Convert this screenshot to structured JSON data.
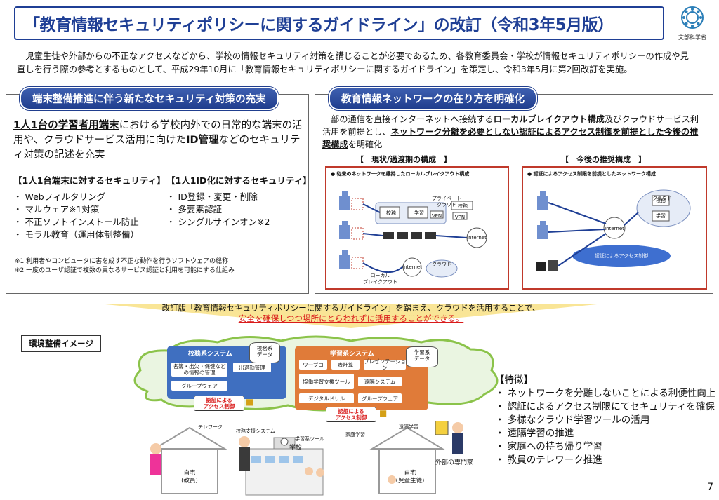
{
  "title": "「教育情報セキュリティポリシーに関するガイドライン」の改訂（令和3年5月版）",
  "logo_text": "文部科学省",
  "intro": "児童生徒や外部からの不正なアクセスなどから、学校の情報セキュリティ対策を講じることが必要であるため、各教育委員会・学校が情報セキュリティポリシーの作成や見直しを行う際の参考とするものとして、平成29年10月に「教育情報セキュリティポリシーに関するガイドライン」を策定し、令和3年5月に第2回改訂を実施。",
  "left_panel": {
    "title": "端末整備推進に伴う新たなセキュリティ対策の充実",
    "lead_1": "1人1台の学習者用端末",
    "lead_2": "における学校内外での日常的な端末の活用や、クラウドサービス活用に向けた",
    "lead_3": "ID管理",
    "lead_4": "などのセキュリティ対策の記述を充実",
    "sub1_title": "【1人1台端末に対するセキュリティ】",
    "sub1_items": [
      "・ Webフィルタリング",
      "・ マルウェア※1対策",
      "・ 不正ソフトインストール防止",
      "・ モラル教育（運用体制整備）"
    ],
    "sub2_title": "【1人1ID化に対するセキュリティ】",
    "sub2_items": [
      "・ ID登録・変更・削除",
      "・ 多要素認証",
      "・ シングルサインオン※2"
    ],
    "note1": "※1 利用者やコンピュータに害を成す不正な動作を行うソフトウェアの総称",
    "note2": "※2 一度のユーザ認証で複数の異なるサービス認証と利用を可能にする仕組み"
  },
  "right_panel": {
    "title": "教育情報ネットワークの在り方を明確化",
    "text_1": "一部の通信を直接インターネットへ接続する",
    "text_2": "ローカルブレイクアウト構成",
    "text_3": "及びクラウドサービス利活用を前提とし、",
    "text_4": "ネットワーク分離を必要としない認証によるアクセス制御を前提とした今後の推奨構成",
    "text_5": "を明確化",
    "diagram_left_title": "【　現状/過渡期の構成　】",
    "diagram_right_title": "【　今後の推奨構成　】",
    "diagram_left_caption": "● 従来のネットワークを維持したローカルブレイクアウト構成",
    "diagram_right_caption": "● 認証によるアクセス制限を前提としたネットワーク構成",
    "dl_private_cloud": "プライベート\nクラウド",
    "dl_kōmu": "校務",
    "dl_gakushu": "学習",
    "dl_vpn": "VPN",
    "dl_vpn2": "VPN",
    "dl_komu2": "校務",
    "dl_internet": "Internet",
    "dl_internet2": "Internet",
    "dl_cloud": "クラウド",
    "dl_local": "ローカル\nブレイクアウト",
    "dr_cloud": "クラウド",
    "dr_komu": "校務",
    "dr_gakushu": "学習",
    "dr_internet": "Internet",
    "dr_auth": "認証によるアクセス制御"
  },
  "banner": {
    "line1": "改訂版「教育情報セキュリティポリシーに関するガイドライン」を踏まえ、クラウドを活用することで、",
    "line2": "安全を確保しつつ場所にとらわれずに活用することができる。"
  },
  "env": {
    "label": "環境整備イメージ",
    "komu_system": "校務系システム",
    "komu_data": "校務系\nデータ",
    "komu_tags": [
      "名簿・出欠・保健などの情報の管理",
      "出退勤管理",
      "グループウェア"
    ],
    "gakushu_system": "学習系システム",
    "gakushu_data": "学習系\nデータ",
    "gakushu_tags": [
      "ワープロ",
      "表計算",
      "プレゼンテーション",
      "協働学習支援ツール",
      "遠隔システム",
      "デジタルドリル",
      "グループウェア"
    ],
    "auth1": "認証による\nアクセス制御",
    "auth2": "認証による\nアクセス制御",
    "telework": "テレワーク",
    "support": "校務支援システム",
    "tools": "学習系ツール",
    "home_study": "家庭学習",
    "remote": "遠隔学習",
    "school": "学校",
    "home_teacher": "自宅\n(教員)",
    "home_student": "自宅\n(児童生徒)",
    "expert": "外部の専門家"
  },
  "features": {
    "title": "【特徴】",
    "items": [
      "・ ネットワークを分離しないことによる利便性向上",
      "・ 認証によるアクセス制限にてセキュリティを確保",
      "・ 多様なクラウド学習ツールの活用",
      "・ 遠隔学習の推進",
      "・ 家庭への持ち帰り学習",
      "・ 教員のテレワーク推進"
    ]
  },
  "page_number": "7"
}
